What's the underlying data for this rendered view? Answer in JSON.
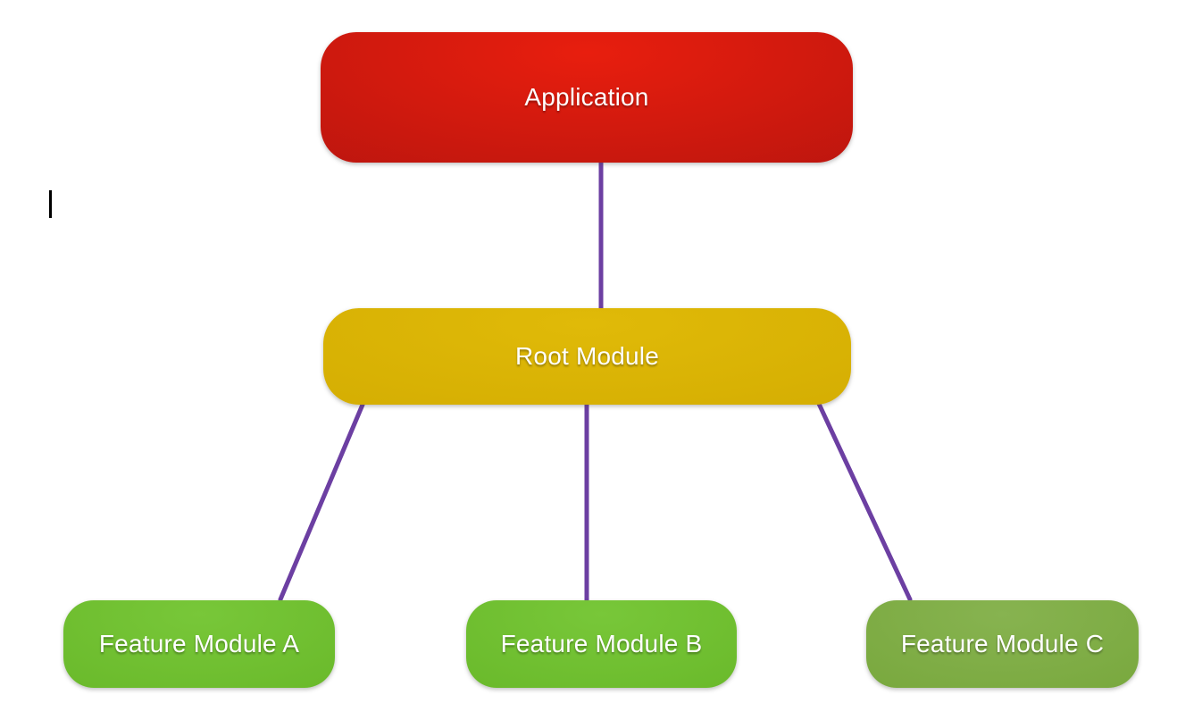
{
  "diagram": {
    "nodes": {
      "application": {
        "label": "Application",
        "fill_top": "#e81e0e",
        "fill_bottom": "#a9120f",
        "text_color": "#ffffff"
      },
      "root_module": {
        "label": "Root Module",
        "fill_top": "#e0ba08",
        "fill_bottom": "#cfa800",
        "text_color": "#ffffff"
      },
      "feature_a": {
        "label": "Feature Module A",
        "fill_top": "#78c739",
        "fill_bottom": "#63b324",
        "text_color": "#ffffff"
      },
      "feature_b": {
        "label": "Feature Module B",
        "fill_top": "#78c739",
        "fill_bottom": "#63b324",
        "text_color": "#ffffff"
      },
      "feature_c": {
        "label": "Feature Module C",
        "fill_top": "#87b350",
        "fill_bottom": "#72a335",
        "text_color": "#ffffff"
      }
    },
    "edges": [
      {
        "from": "application",
        "to": "root_module"
      },
      {
        "from": "root_module",
        "to": "feature_a"
      },
      {
        "from": "root_module",
        "to": "feature_b"
      },
      {
        "from": "root_module",
        "to": "feature_c"
      }
    ],
    "edge_color": "#6c3fa2"
  },
  "canvas": {
    "background": "#ffffff",
    "text_caret_visible": true
  }
}
